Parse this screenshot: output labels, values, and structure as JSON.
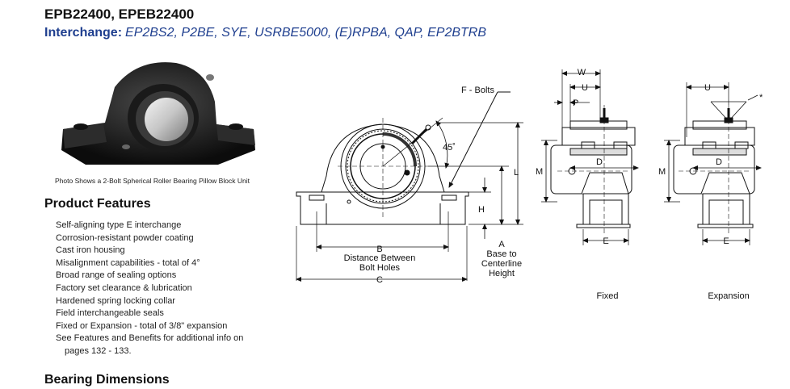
{
  "header": {
    "title": "EPB22400, EPEB22400",
    "interchange_label": "Interchange:",
    "interchange_value": "EP2BS2, P2BE, SYE, USRBE5000, (E)RPBA, QAP, EP2BTRB"
  },
  "photo": {
    "caption": "Photo Shows a 2-Bolt Spherical Roller Bearing Pillow Block Unit"
  },
  "features": {
    "heading": "Product Features",
    "items": [
      "Self-aligning type E interchange",
      "Corrosion-resistant powder coating",
      "Cast iron housing",
      "Misalignment capabilities - total of 4°",
      "Broad range of sealing options",
      "Factory set clearance & lubrication",
      "Hardened spring locking collar",
      "Field interchangeable seals",
      "Fixed or Expansion - total of 3/8\" expansion",
      "See Features and Benefits for additional info on",
      "pages 132 - 133."
    ]
  },
  "dimensions": {
    "heading": "Bearing Dimensions"
  },
  "diagram": {
    "front": {
      "bolts_label": "F - Bolts",
      "angle_label": "45˚",
      "b_label": "B",
      "b_desc_1": "Distance Between",
      "b_desc_2": "Bolt Holes",
      "c_label": "C",
      "h_label": "H",
      "l_label": "L",
      "a_label": "A",
      "a_desc_1": "Base to",
      "a_desc_2": "Centerline",
      "a_desc_3": "Height"
    },
    "fixed": {
      "w_label": "W",
      "u_label": "U",
      "p_label": "P",
      "m_label": "M",
      "d_label": "D",
      "e_label": "E",
      "caption": "Fixed"
    },
    "expansion": {
      "u_label": "U",
      "star_label": "*",
      "m_label": "M",
      "d_label": "D",
      "e_label": "E",
      "caption": "Expansion"
    }
  }
}
